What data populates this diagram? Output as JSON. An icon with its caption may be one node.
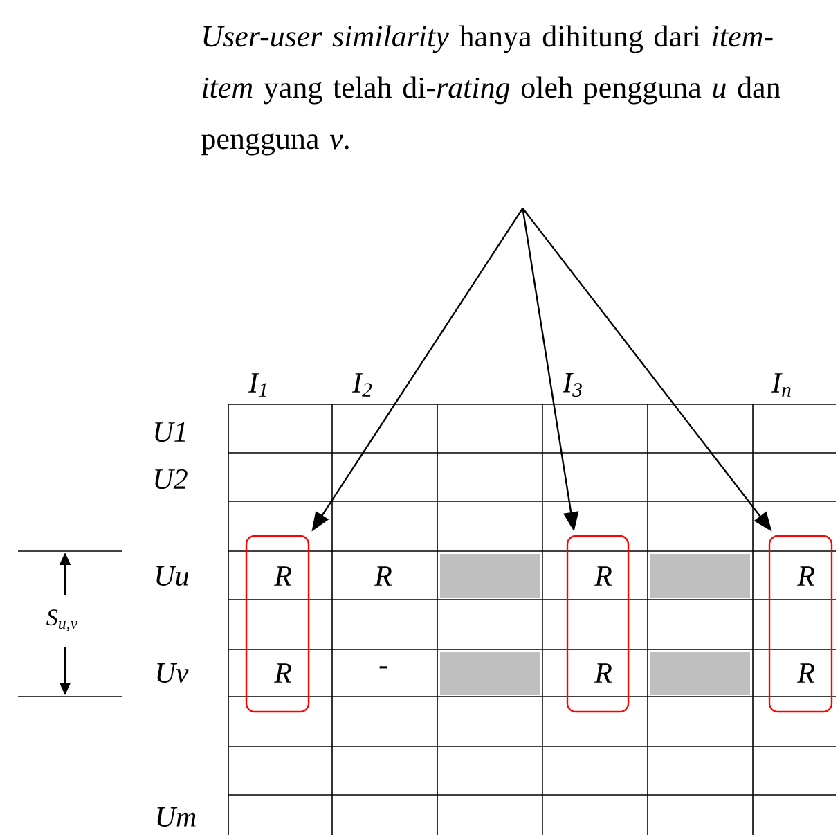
{
  "diagram": {
    "nodes": [
      {
        "text": [
          "*User-user similarity* hanya dihitung dari *item-item* yang telah di-*rating* oleh pengguna *u* dan pengguna *v*."
        ]
      },
      {
        "text": [
          "R",
          "R"
        ]
      },
      {
        "text": [
          "R",
          "R"
        ]
      },
      {
        "text": [
          "R",
          "R"
        ]
      }
    ],
    "edges": [
      {
        "from": 0,
        "to": 1,
        "arrow": "to"
      },
      {
        "from": 0,
        "to": 2,
        "arrow": "to"
      },
      {
        "from": 0,
        "to": 3,
        "arrow": "to"
      }
    ],
    "labels": [
      "I$_{1}$",
      "I$_{2}$",
      "I$_{3}$",
      "I$_{n}$",
      "U1",
      "U2",
      "Uu",
      "R",
      "S$_{u,v}$",
      "Uv",
      "-",
      "Um"
    ]
  }
}
